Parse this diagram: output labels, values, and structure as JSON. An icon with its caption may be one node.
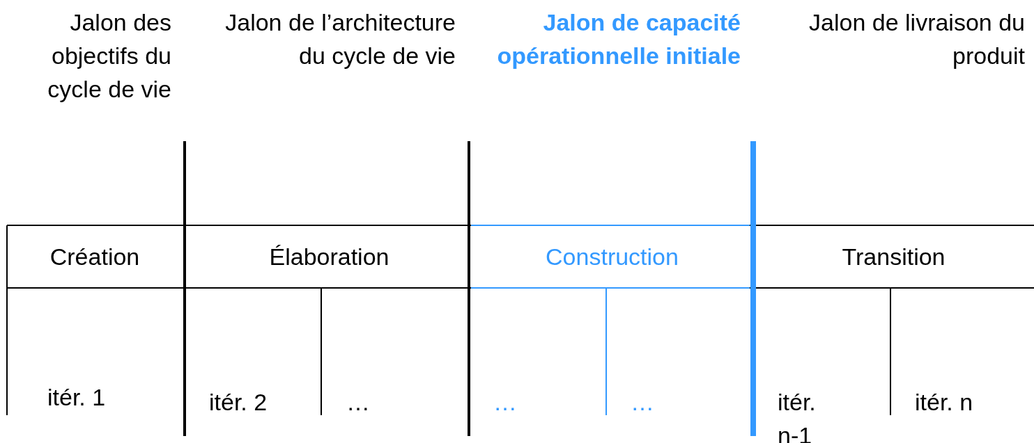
{
  "diagram": {
    "labels": [
      "Jalon des objectifs du cycle de vie",
      "Jalon de l’architecture du cycle de vie",
      "Jalon de capacité opérationnelle initiale",
      "Jalon de livraison du produit",
      "Création",
      "Élaboration",
      "Construction",
      "Transition",
      "itér. 1",
      "itér. 2",
      "…",
      "…",
      "…",
      "itér. n-1",
      "itér. n"
    ]
  }
}
